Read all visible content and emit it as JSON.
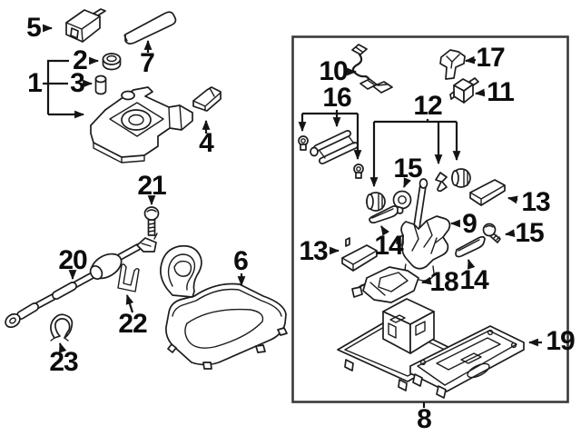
{
  "diagram": {
    "kind": "exploded-parts-diagram",
    "colors": {
      "background": "#ffffff",
      "line": "#1c1c1c",
      "frame_border": "#3a3a3a",
      "label_text": "#0c0c0c"
    },
    "callouts": {
      "n1": "1",
      "n2": "2",
      "n3": "3",
      "n4": "4",
      "n5": "5",
      "n6": "6",
      "n7": "7",
      "n8": "8",
      "n9": "9",
      "n10": "10",
      "n11": "11",
      "n12": "12",
      "n13a": "13",
      "n13b": "13",
      "n14a": "14",
      "n14b": "14",
      "n15a": "15",
      "n15b": "15",
      "n16": "16",
      "n17": "17",
      "n18": "18",
      "n19": "19",
      "n20": "20",
      "n21": "21",
      "n22": "22",
      "n23": "23"
    }
  }
}
